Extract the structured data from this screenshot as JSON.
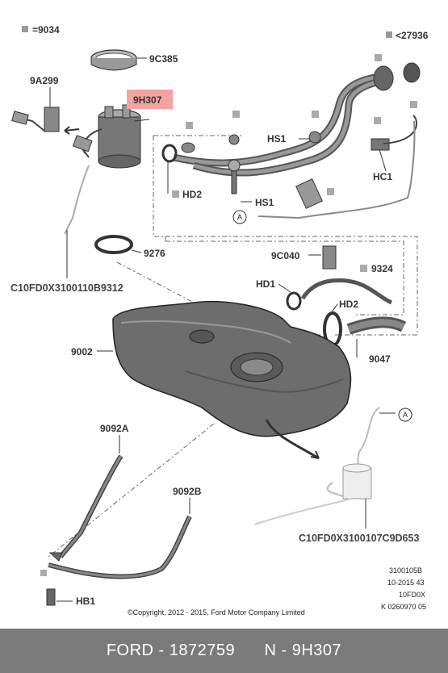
{
  "legend": {
    "equals_label": "=9034",
    "less_label": "<27936"
  },
  "parts": {
    "p_9C385": "9C385",
    "p_9A299": "9A299",
    "p_9H307": "9H307",
    "p_HS1_top": "HS1",
    "p_HS1_mid": "HS1",
    "p_HC1": "HC1",
    "p_HD2_left": "HD2",
    "p_9276": "9276",
    "p_9C040": "9C040",
    "p_9324": "9324",
    "p_HD1": "HD1",
    "p_HD2_right": "HD2",
    "p_9002": "9002",
    "p_9047": "9047",
    "p_9092A": "9092A",
    "p_9092B": "9092B",
    "p_HB1": "HB1"
  },
  "refs": {
    "ref_left": "C10FD0X3100110B9312",
    "ref_right": "C10FD0X3100107C9D653",
    "callout_a1": "A",
    "callout_a2": "A"
  },
  "info": {
    "line1": "3100105B",
    "line2": "10-2015 43",
    "line3": "10FD0X",
    "line4": "K 0260970 05",
    "copyright": "©Copyright, 2012 - 2015, Ford Motor Company Limited"
  },
  "footer": {
    "brand_part": "FORD - 1872759",
    "code": "N - 9H307"
  },
  "colors": {
    "highlight": "#f4a3a3",
    "footer_bg": "#7a7a7a",
    "part_gray": "#8c8c8c"
  }
}
